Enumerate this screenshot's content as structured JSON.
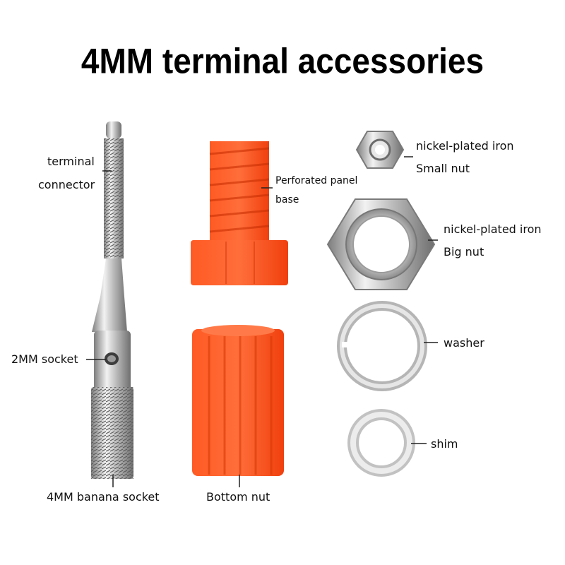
{
  "title": "4MM terminal accessories",
  "labels": {
    "terminal_connector": [
      "terminal",
      "connector"
    ],
    "socket_2mm": "2MM socket",
    "banana_socket_4mm": "4MM banana socket",
    "panel_base": [
      "Perforated panel",
      "base"
    ],
    "bottom_nut": "Bottom nut",
    "small_nut": [
      "nickel-plated iron",
      "Small nut"
    ],
    "big_nut": [
      "nickel-plated iron",
      "Big nut"
    ],
    "washer": "washer",
    "shim": "shim"
  },
  "colors": {
    "orange": "#ff4a14",
    "orange_dark": "#e63a0a",
    "metal": "#c9c9c9",
    "metal_dark": "#8a8a8a",
    "text": "#111111"
  }
}
